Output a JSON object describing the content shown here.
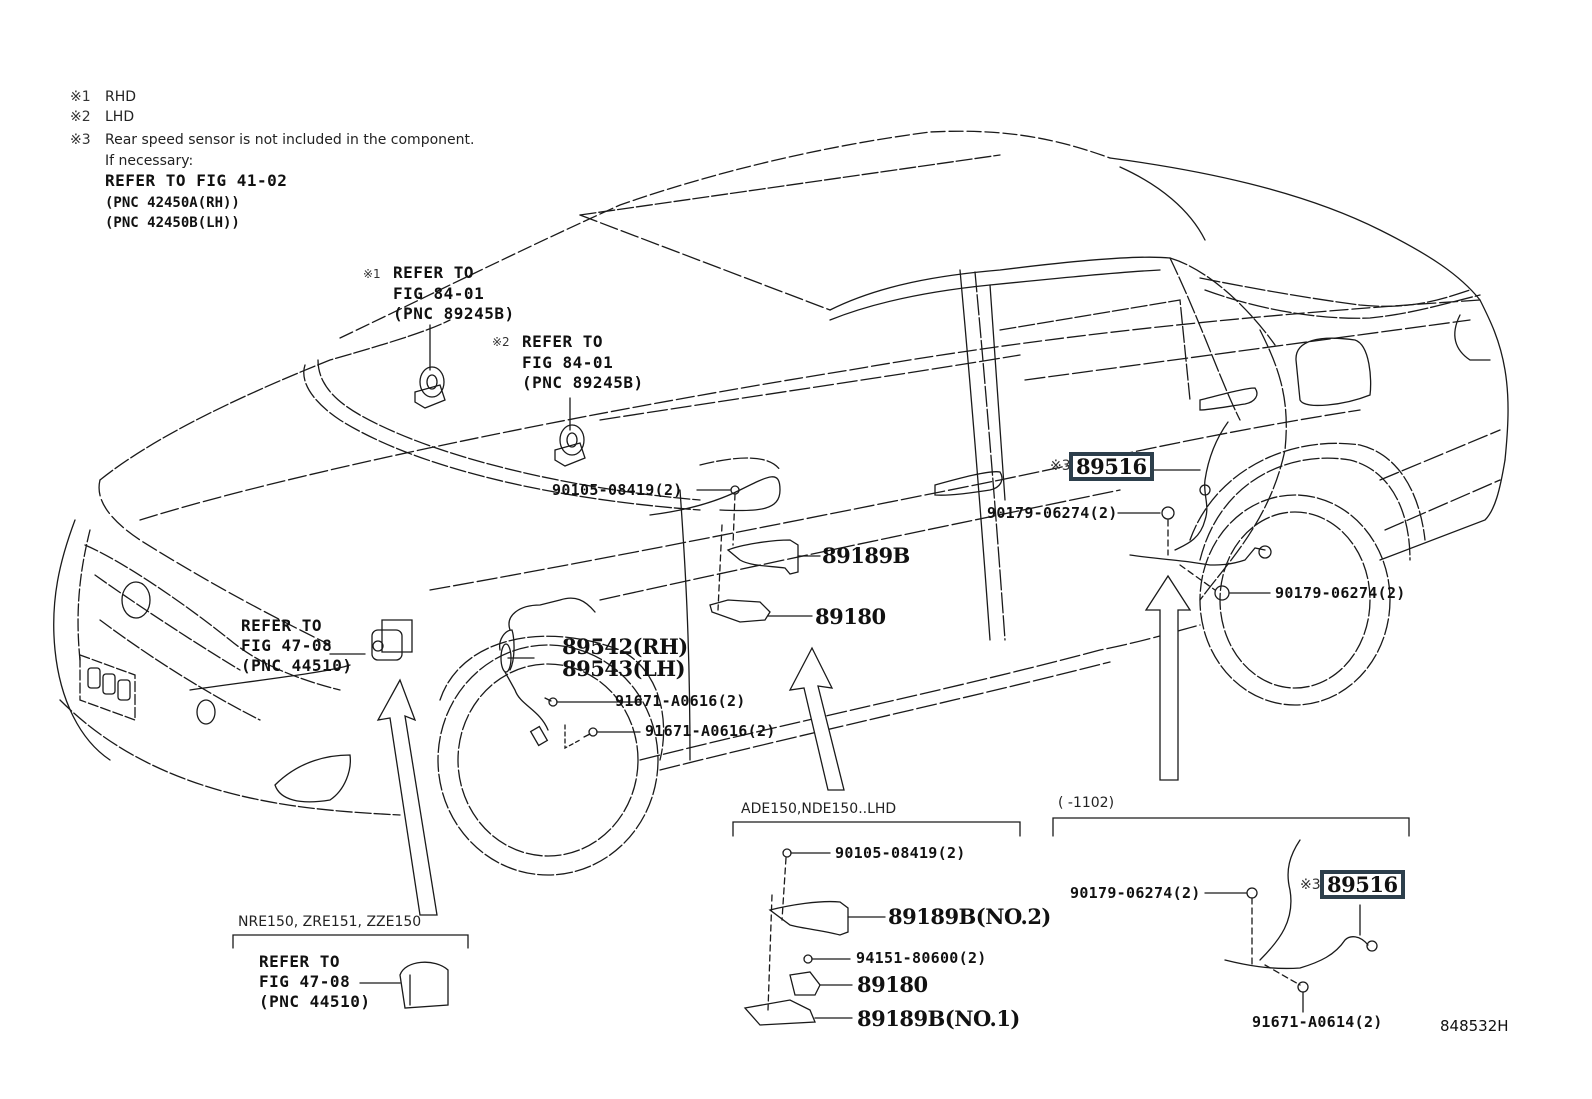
{
  "notes": {
    "items": [
      {
        "mark": "※1",
        "text": "RHD"
      },
      {
        "mark": "※2",
        "text": "LHD"
      },
      {
        "mark": "※3",
        "text": "Rear speed sensor is not included in the component."
      }
    ],
    "if_necessary": "If necessary:",
    "refer_line": "REFER TO FIG 41-02",
    "pnc_rh": "(PNC 42450A(RH))",
    "pnc_lh": "(PNC 42450B(LH))"
  },
  "callouts": {
    "yaw_rhd": {
      "mark": "※1",
      "line1": "REFER TO",
      "line2": "FIG 84-01",
      "line3": "(PNC 89245B)"
    },
    "yaw_lhd": {
      "mark": "※2",
      "line1": "REFER TO",
      "line2": "FIG 84-01",
      "line3": "(PNC 89245B)"
    },
    "actuator": {
      "line1": "REFER TO",
      "line2": "FIG 47-08",
      "line3": "(PNC 44510)"
    },
    "front_sensor_rh": "89542(RH)",
    "front_sensor_lh": "89543(LH)",
    "bolt_front_1": "91671-A0616(2)",
    "bolt_front_2": "91671-A0616(2)",
    "bracket_bolt": "90105-08419(2)",
    "bracket_cover": "89189B",
    "sensor_module": "89180",
    "rear_harness": {
      "mark": "※3",
      "part": "89516"
    },
    "rear_nut_1": "90179-06274(2)",
    "rear_nut_2": "90179-06274(2)"
  },
  "variants": {
    "engine_box": {
      "title": "NRE150, ZRE151, ZZE150",
      "line1": "REFER TO",
      "line2": "FIG 47-08",
      "line3": "(PNC 44510)"
    },
    "lhd_box": {
      "title": "ADE150,NDE150..LHD",
      "bolt": "90105-08419(2)",
      "cover_no2": "89189B(NO.2)",
      "nut": "94151-80600(2)",
      "module": "89180",
      "cover_no1": "89189B(NO.1)"
    },
    "early_box": {
      "title": "(      -1102)",
      "nut": "90179-06274(2)",
      "harness_mark": "※3",
      "harness_part": "89516",
      "bolt": "91671-A0614(2)"
    }
  },
  "drawing_number": "848532H",
  "colors": {
    "line": "#1a1a1a",
    "highlight_border": "#2d3f4c"
  }
}
